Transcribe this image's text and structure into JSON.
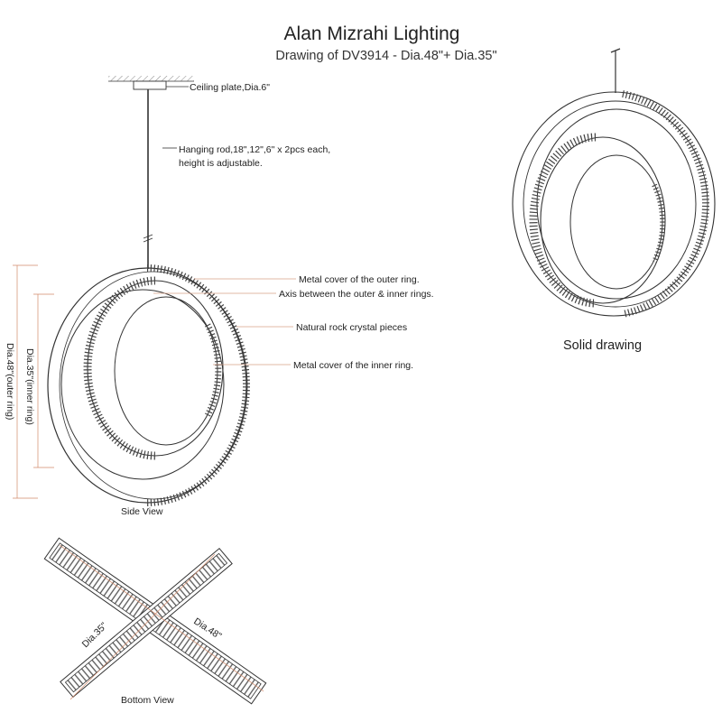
{
  "title": "Alan Mizrahi Lighting",
  "subtitle": "Drawing of DV3914 - Dia.48\"+ Dia.35\"",
  "labels": {
    "ceiling_plate": "Ceiling plate,Dia.6\"",
    "hanging_rod_line1": "Hanging rod,18\",12\",6\" x 2pcs each,",
    "hanging_rod_line2": "height is adjustable.",
    "outer_cover": "Metal cover of the outer ring.",
    "axis": "Axis between the outer & inner rings.",
    "crystal": "Natural rock crystal pieces",
    "inner_cover": "Metal cover of the inner ring.",
    "dim_inner": "Dia.35\"(inner ring)",
    "dim_outer": "Dia.48\"(outer ring)",
    "side_view": "Side View",
    "solid_drawing": "Solid drawing",
    "bottom_dim_35": "Dia.35\"",
    "bottom_dim_48": "Dia.48\"",
    "bottom_view": "Bottom View"
  },
  "colors": {
    "line": "#333333",
    "dimension": "#d28a6a"
  }
}
